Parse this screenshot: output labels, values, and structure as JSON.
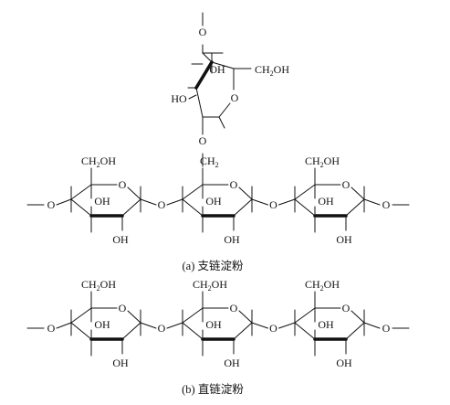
{
  "captions": {
    "amylopectin": "(a) 支链淀粉",
    "amylose": "(b) 直链淀粉"
  },
  "labels": {
    "ring_o": "O",
    "link_o": "O",
    "oh": "OH",
    "ho": "HO",
    "ch2_prefix": "CH",
    "ch2oh_suffix": "OH",
    "subscript_2": "2"
  },
  "colors": {
    "ink": "#111111",
    "background": "#ffffff"
  }
}
